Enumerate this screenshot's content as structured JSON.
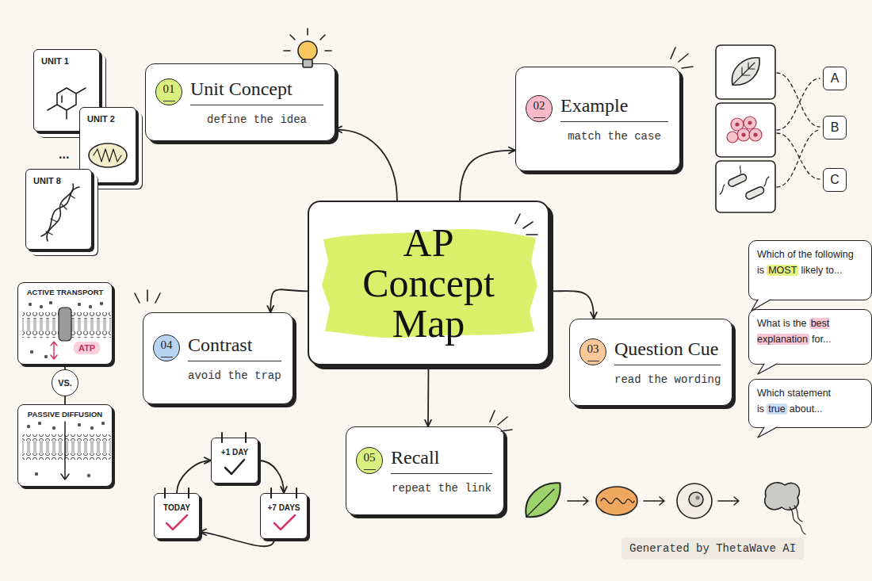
{
  "diagram": {
    "nodes": [
      {
        "text": [
          "UNIT 1"
        ]
      },
      {
        "text": [
          "UNIT 2"
        ]
      },
      {
        "text": [
          "UNIT 8"
        ]
      },
      {
        "text": [
          "Unit Concept",
          "define the idea"
        ]
      },
      {
        "text": [
          "01"
        ],
        "in": 3
      },
      {
        "text": [
          "Example",
          "match the case"
        ]
      },
      {
        "text": [
          "02"
        ],
        "in": 5
      },
      {
        "text": [
          "A"
        ]
      },
      {
        "text": [
          "B"
        ]
      },
      {
        "text": [
          "C"
        ]
      },
      {
        "text": [
          "AP Concept Map"
        ]
      },
      {
        "text": [
          "Which of the following is",
          "MOST",
          "likely to..."
        ]
      },
      {
        "text": [
          "What is the",
          "best explanation",
          "for..."
        ]
      },
      {
        "text": [
          "Which statement is",
          "true",
          "about..."
        ]
      },
      {
        "text": [
          "ACTIVE TRANSPORT"
        ]
      },
      {
        "text": [
          "ATP"
        ],
        "in": 14
      },
      {
        "text": [
          "VS."
        ]
      },
      {
        "text": [
          "PASSIVE DIFFUSION"
        ]
      },
      {
        "text": [
          "Contrast",
          "avoid the trap"
        ]
      },
      {
        "text": [
          "04"
        ],
        "in": 18
      },
      {
        "text": [
          "Question Cue",
          "read the wording"
        ]
      },
      {
        "text": [
          "03"
        ],
        "in": 20
      },
      {
        "text": [
          "Recall",
          "repeat the link"
        ]
      },
      {
        "text": [
          "05"
        ],
        "in": 22
      },
      {
        "text": [
          "+1 DAY"
        ]
      },
      {
        "text": [
          "TODAY"
        ]
      },
      {
        "text": [
          "+7 DAYS"
        ]
      },
      {
        "text": [
          "Generated by ThetaWave AI"
        ]
      }
    ],
    "edges": [
      {
        "from": 10,
        "to": 3,
        "arrow": "to"
      },
      {
        "from": 10,
        "to": 5,
        "arrow": "to"
      },
      {
        "from": 10,
        "to": 20,
        "arrow": "to"
      },
      {
        "from": 10,
        "to": 18,
        "arrow": "to"
      },
      {
        "from": 10,
        "to": 22,
        "arrow": "to"
      },
      {
        "from": 25,
        "to": 24,
        "arrow": "to"
      },
      {
        "from": 24,
        "to": 26,
        "arrow": "to"
      },
      {
        "from": 26,
        "to": 25,
        "arrow": "to"
      },
      {
        "from": 14,
        "to": 16,
        "arrow": "none"
      },
      {
        "from": 16,
        "to": 17,
        "arrow": "none"
      }
    ],
    "labels": [
      "..."
    ]
  }
}
